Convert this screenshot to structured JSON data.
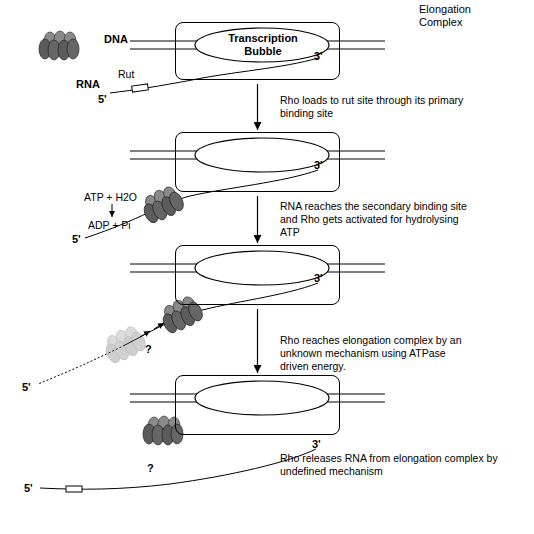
{
  "diagram": {
    "nodes": [
      {
        "text": [
          "Elongation Complex",
          "Transcription Bubble",
          "3'"
        ]
      },
      {
        "text": [
          "3'"
        ]
      },
      {
        "text": [
          "3'"
        ]
      },
      {
        "text": [
          "3'"
        ]
      }
    ],
    "edges": [
      {
        "from": 0,
        "to": 1,
        "arrow": "to",
        "label": "Rho loads to rut site through its primary binding site"
      },
      {
        "from": 1,
        "to": 2,
        "arrow": "to",
        "label": "RNA reaches the secondary binding site and Rho gets activated for hydrolysing ATP"
      },
      {
        "from": 2,
        "to": 3,
        "arrow": "to",
        "label": "Rho reaches elongation complex by an unknown mechanism using ATPase driven energy."
      }
    ],
    "labels": [
      "DNA",
      "Rut",
      "RNA",
      "5'",
      "ATP + H2O",
      "ADP + Pi",
      "5'",
      "?",
      "5'",
      "Rho releases RNA from elongation complex by undefined mechanism",
      "?",
      "5'"
    ]
  }
}
